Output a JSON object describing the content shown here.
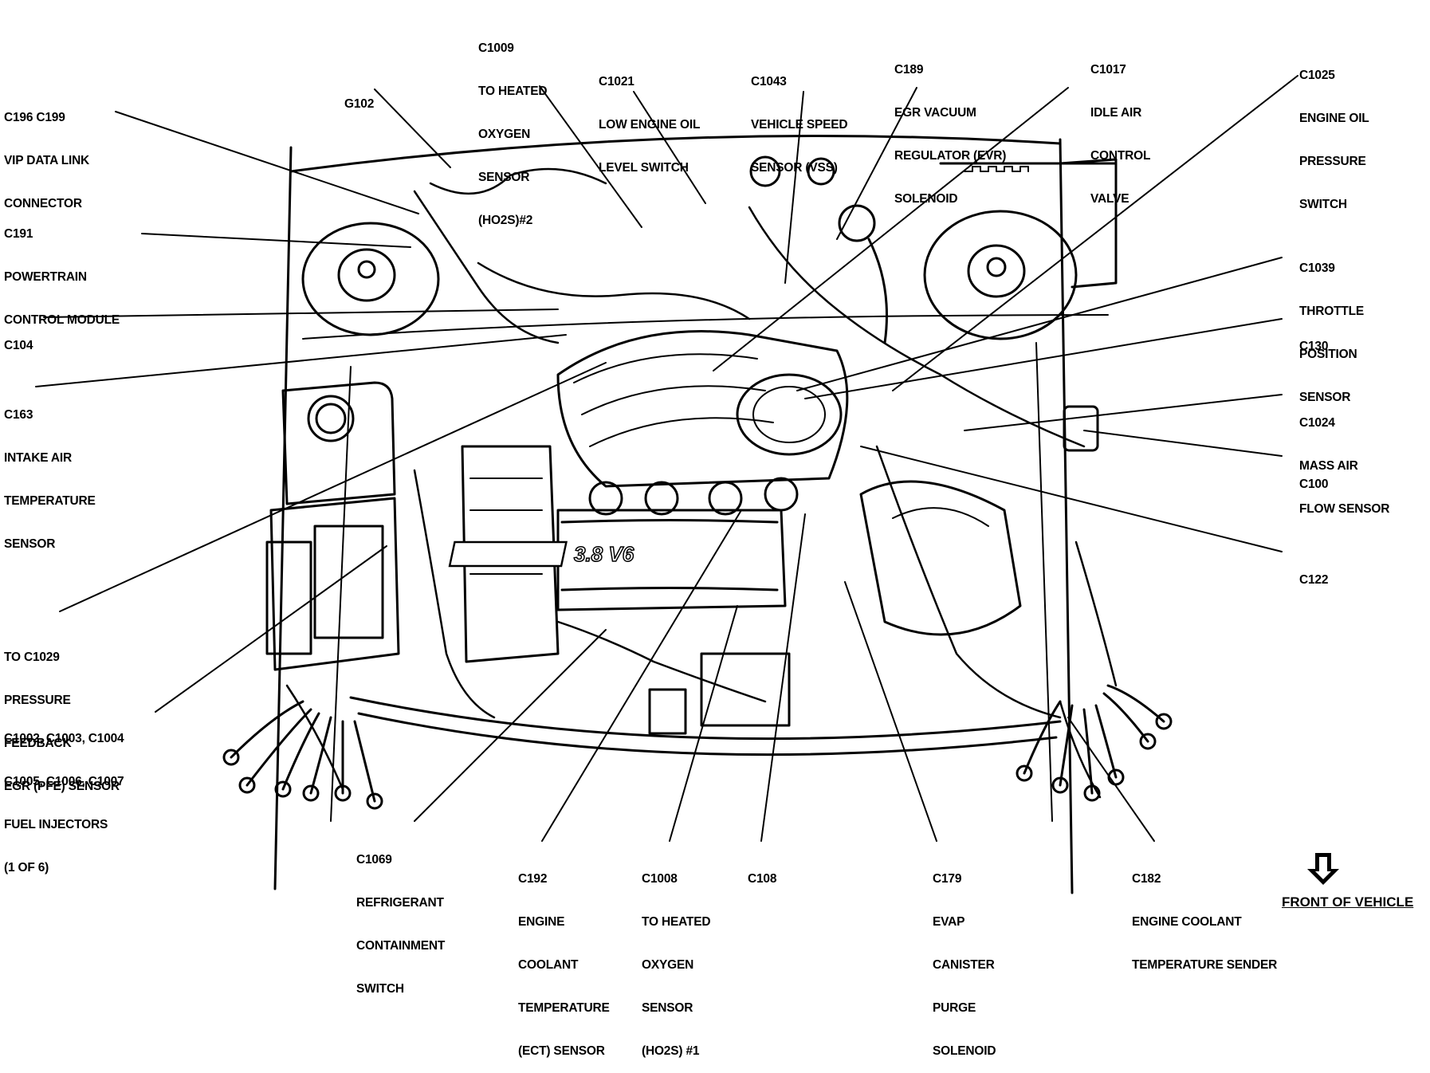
{
  "callouts": {
    "c196": [
      "C196 C199",
      "VIP DATA LINK",
      "CONNECTOR"
    ],
    "g102": [
      "G102"
    ],
    "c1009": [
      "C1009",
      "TO HEATED",
      "OXYGEN",
      "SENSOR",
      "(HO2S)#2"
    ],
    "c1021": [
      "C1021",
      "LOW ENGINE OIL",
      "LEVEL SWITCH"
    ],
    "c1043": [
      "C1043",
      "VEHICLE SPEED",
      "SENSOR (VSS)"
    ],
    "c189": [
      "C189",
      "EGR VACUUM",
      "REGULATOR (EVR)",
      "SOLENOID"
    ],
    "c1017": [
      "C1017",
      "IDLE AIR",
      "CONTROL",
      "VALVE"
    ],
    "c1025": [
      "C1025",
      "ENGINE OIL",
      "PRESSURE",
      "SWITCH"
    ],
    "c191": [
      "C191",
      "POWERTRAIN",
      "CONTROL MODULE"
    ],
    "c1039": [
      "C1039",
      "THROTTLE",
      "POSITION",
      "SENSOR"
    ],
    "c104": [
      "C104"
    ],
    "c130": [
      "C130"
    ],
    "c163": [
      "C163",
      "INTAKE AIR",
      "TEMPERATURE",
      "SENSOR"
    ],
    "c1024": [
      "C1024",
      "MASS AIR",
      "FLOW SENSOR"
    ],
    "c100": [
      "C100"
    ],
    "c122": [
      "C122"
    ],
    "c1029": [
      "TO C1029",
      "PRESSURE",
      "FEEDBACK",
      "EGR (PFE) SENSOR"
    ],
    "c1002": [
      "C1002, C1003, C1004",
      "C1005, C1006, C1007",
      "FUEL INJECTORS",
      "(1 OF 6)"
    ],
    "c1069": [
      "C1069",
      "REFRIGERANT",
      "CONTAINMENT",
      "SWITCH"
    ],
    "c192": [
      "C192",
      "ENGINE",
      "COOLANT",
      "TEMPERATURE",
      "(ECT) SENSOR"
    ],
    "c1008": [
      "C1008",
      "TO HEATED",
      "OXYGEN",
      "SENSOR",
      "(HO2S) #1"
    ],
    "c108": [
      "C108"
    ],
    "c179": [
      "C179",
      "EVAP",
      "CANISTER",
      "PURGE",
      "SOLENOID"
    ],
    "c182": [
      "C182",
      "ENGINE COOLANT",
      "TEMPERATURE SENDER"
    ]
  },
  "engine_badge": "3.8 V6",
  "front_label": "FRONT OF VEHICLE"
}
